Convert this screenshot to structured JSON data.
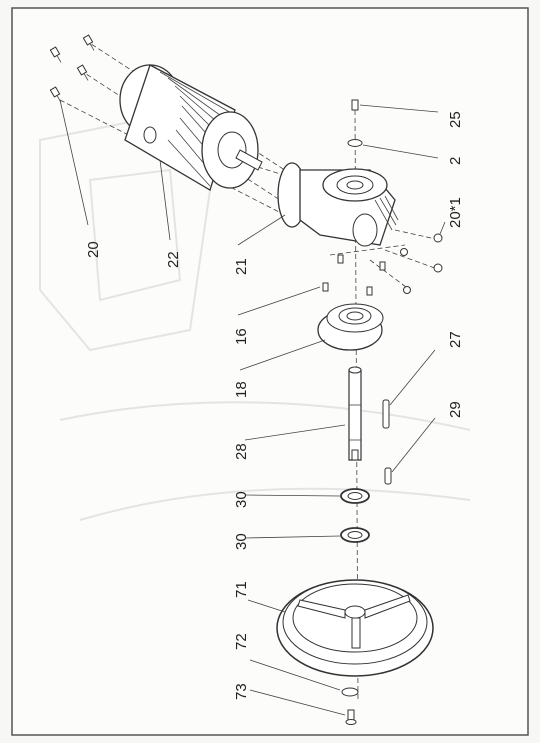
{
  "labels": [
    {
      "id": "20",
      "text": "20"
    },
    {
      "id": "22",
      "text": "22"
    },
    {
      "id": "21",
      "text": "21"
    },
    {
      "id": "16",
      "text": "16"
    },
    {
      "id": "18",
      "text": "18"
    },
    {
      "id": "28",
      "text": "28"
    },
    {
      "id": "30a",
      "text": "30"
    },
    {
      "id": "30b",
      "text": "30"
    },
    {
      "id": "71",
      "text": "71"
    },
    {
      "id": "72",
      "text": "72"
    },
    {
      "id": "73",
      "text": "73"
    },
    {
      "id": "25",
      "text": "25"
    },
    {
      "id": "2",
      "text": "2"
    },
    {
      "id": "20x1",
      "text": "20*1"
    },
    {
      "id": "27",
      "text": "27"
    },
    {
      "id": "29",
      "text": "29"
    }
  ]
}
